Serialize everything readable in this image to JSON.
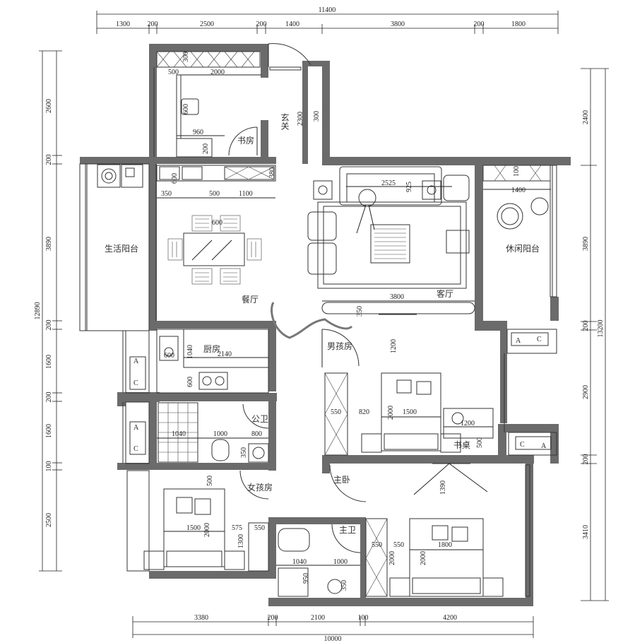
{
  "rooms": {
    "study": "书房",
    "entry": "玄关",
    "living_balcony": "生活阳台",
    "leisure_balcony": "休闲阳台",
    "dining": "餐厅",
    "living": "客厅",
    "kitchen": "厨房",
    "boy_room": "男孩房",
    "public_bath": "公卫",
    "girl_room": "女孩房",
    "master": "主卧",
    "master_bath": "主卫",
    "desk": "书桌"
  },
  "dims_top": [
    "1300",
    "200",
    "2500",
    "200",
    "1400",
    "3800",
    "200",
    "1800"
  ],
  "dim_top_total": "11400",
  "dims_bottom": [
    "3380",
    "200",
    "2100",
    "100",
    "4200"
  ],
  "dim_bottom_total": "10000",
  "dims_left": [
    "2600",
    "200",
    "3890",
    "200",
    "1600",
    "200",
    "1600",
    "100",
    "2500"
  ],
  "dim_left_total": "12890",
  "dims_right": [
    "2400",
    "3890",
    "200",
    "2900",
    "200",
    "3410"
  ],
  "dim_right_total": "13200",
  "dims_inner": {
    "study_w": "2000",
    "study_500": "500",
    "study_300": "300",
    "chair_600": "600",
    "study_960": "960",
    "study_200": "200",
    "entry_2300": "2300",
    "entry_300": "300",
    "cab_600": "600",
    "cab_350": "350",
    "cab_500": "500",
    "cab_1100": "1100",
    "cab_380": "380",
    "table_600": "600",
    "sofa_2525": "2525",
    "sofa_925": "925",
    "tv_3800": "3800",
    "tv_350": "350",
    "bal_100": "100",
    "bal_1400": "1400",
    "k_600": "600",
    "k_1040": "1040",
    "k_2140": "2140",
    "k_600b": "600",
    "boy_1200": "1200",
    "boy_550": "550",
    "boy_820": "820",
    "boy_2000": "2000",
    "boy_1500": "1500",
    "desk_1200": "1200",
    "desk_500": "500",
    "pb_1040": "1040",
    "pb_1000": "1000",
    "pb_800": "800",
    "pb_350": "350",
    "g_500": "500",
    "g_1500": "1500",
    "g_2000": "2000",
    "g_575": "575",
    "g_550": "550",
    "g_1300": "1300",
    "m_1390": "1390",
    "m_550": "550",
    "m_550b": "550",
    "m_2000": "2000",
    "m_1800": "1800",
    "m_2000b": "2000",
    "mb_1040": "1040",
    "mb_1000": "1000",
    "mb_950": "950",
    "mb_350": "350"
  },
  "ac_labels": [
    "A",
    "C"
  ]
}
